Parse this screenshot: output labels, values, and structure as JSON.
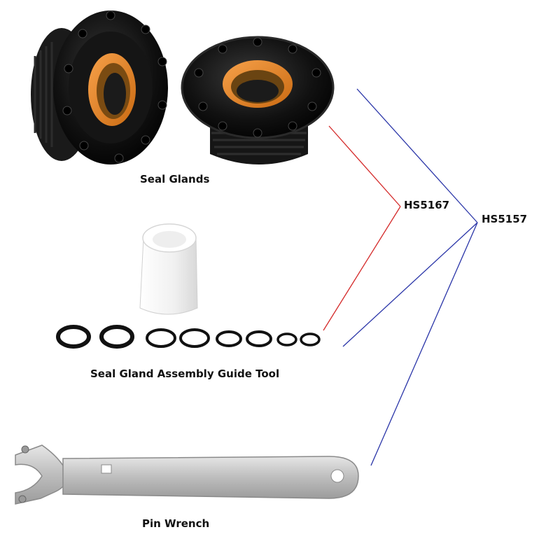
{
  "labels": {
    "seal_glands": "Seal Glands",
    "guide_tool": "Seal Gland Assembly Guide Tool",
    "pin_wrench": "Pin Wrench",
    "kit_a": "HS5167",
    "kit_b": "HS5157"
  },
  "colors": {
    "kit_a_line": "#d42a2a",
    "kit_b_line": "#2a35a8",
    "gland_body": "#121212",
    "gland_seal": "#e8821e",
    "guide_tool": "#f3f3f3",
    "o_ring": "#111111",
    "wrench_steel": "#c9c9c9"
  },
  "icons": [
    "seal-gland-icon",
    "guide-tool-icon",
    "o-ring-icon",
    "pin-wrench-icon"
  ]
}
